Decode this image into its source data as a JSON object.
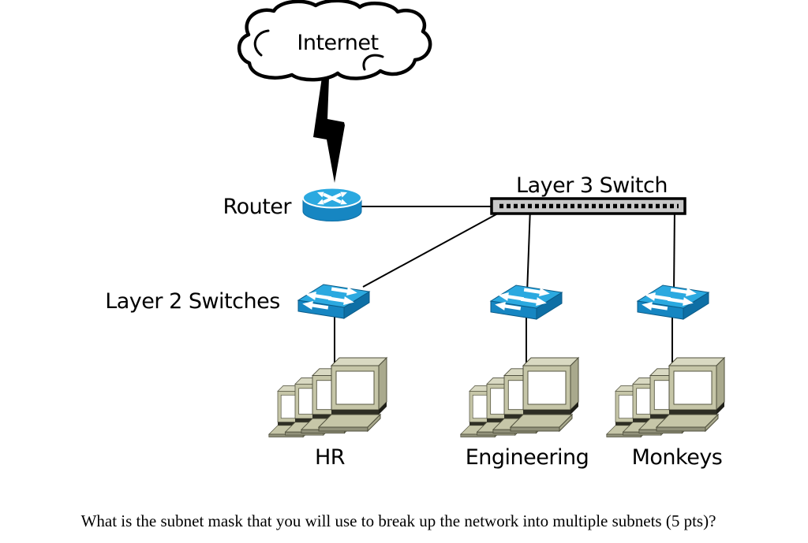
{
  "diagram": {
    "type": "network-topology",
    "labels": {
      "internet": "Internet",
      "router": "Router",
      "layer3_switch": "Layer 3 Switch",
      "layer2_switches": "Layer 2 Switches",
      "group_hr": "HR",
      "group_engineering": "Engineering",
      "group_monkeys": "Monkeys"
    },
    "nodes": [
      {
        "id": "internet",
        "label": "Internet",
        "icon": "cloud-icon"
      },
      {
        "id": "router",
        "label": "Router",
        "icon": "router-icon"
      },
      {
        "id": "layer3-switch",
        "label": "Layer 3 Switch",
        "icon": "rack-switch-icon"
      },
      {
        "id": "layer2-switch-1",
        "label": "Layer 2 Switches",
        "icon": "switch-icon"
      },
      {
        "id": "layer2-switch-2",
        "label": "",
        "icon": "switch-icon"
      },
      {
        "id": "layer2-switch-3",
        "label": "",
        "icon": "switch-icon"
      },
      {
        "id": "hr-computers",
        "label": "HR",
        "icon": "computer-group-icon"
      },
      {
        "id": "engineering-computers",
        "label": "Engineering",
        "icon": "computer-group-icon"
      },
      {
        "id": "monkeys-computers",
        "label": "Monkeys",
        "icon": "computer-group-icon"
      }
    ],
    "edges": [
      {
        "from": "internet",
        "to": "router",
        "style": "lightning-bolt"
      },
      {
        "from": "router",
        "to": "layer3-switch",
        "style": "line"
      },
      {
        "from": "layer3-switch",
        "to": "layer2-switch-1",
        "style": "line"
      },
      {
        "from": "layer3-switch",
        "to": "layer2-switch-2",
        "style": "line"
      },
      {
        "from": "layer3-switch",
        "to": "layer2-switch-3",
        "style": "line"
      },
      {
        "from": "layer2-switch-1",
        "to": "hr-computers",
        "style": "line"
      },
      {
        "from": "layer2-switch-2",
        "to": "engineering-computers",
        "style": "line"
      },
      {
        "from": "layer2-switch-3",
        "to": "monkeys-computers",
        "style": "line"
      }
    ],
    "colors": {
      "device_blue_top": "#2BA9E0",
      "device_blue_front": "#1686C2",
      "device_blue_side": "#0E6FA5",
      "l3_switch_gray": "#C8C8C8",
      "computer_khaki": "#C6C6A8",
      "computer_khaki_light": "#D9D9C2",
      "computer_khaki_dark": "#A9A98D",
      "line": "#000000",
      "background": "#FFFFFF"
    }
  },
  "question": {
    "text": "What is the subnet mask that you will use to break up the network into multiple subnets (5 pts)?"
  }
}
